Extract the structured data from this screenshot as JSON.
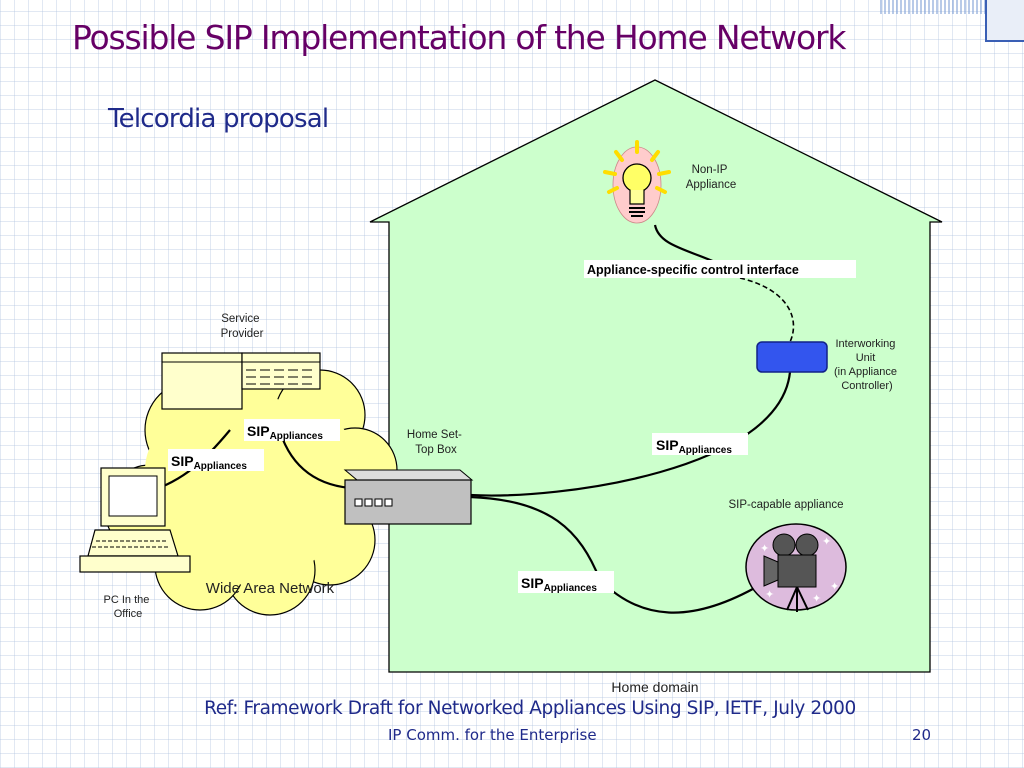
{
  "slide": {
    "title": "Possible SIP Implementation of the Home Network",
    "subtitle": "Telcordia proposal",
    "reference": "Ref: Framework Draft for Networked Appliances Using SIP, IETF, July 2000",
    "footer": "IP Comm. for the Enterprise",
    "page_number": "20"
  },
  "diagram": {
    "home_domain": "Home domain",
    "non_ip_appliance": [
      "Non-IP",
      "Appliance"
    ],
    "control_interface": "Appliance-specific control interface",
    "interworking_unit": [
      "Interworking",
      "Unit",
      "(in Appliance",
      "Controller)"
    ],
    "set_top_box": [
      "Home Set-",
      "Top Box"
    ],
    "sip_capable_appliance": "SIP-capable appliance",
    "service_provider": [
      "Service",
      "Provider"
    ],
    "pc_in_office": [
      "PC In the",
      "Office"
    ],
    "wan": "Wide Area Network",
    "sip_main": "SIP",
    "sip_sub": "Appliances"
  },
  "colors": {
    "title": "#660066",
    "body_text": "#1f2a8a",
    "house_fill": "#ccffcc",
    "cloud_fill": "#ffff99",
    "interworking_unit": "#3355ee",
    "set_top_box": "#c0c0c0"
  }
}
